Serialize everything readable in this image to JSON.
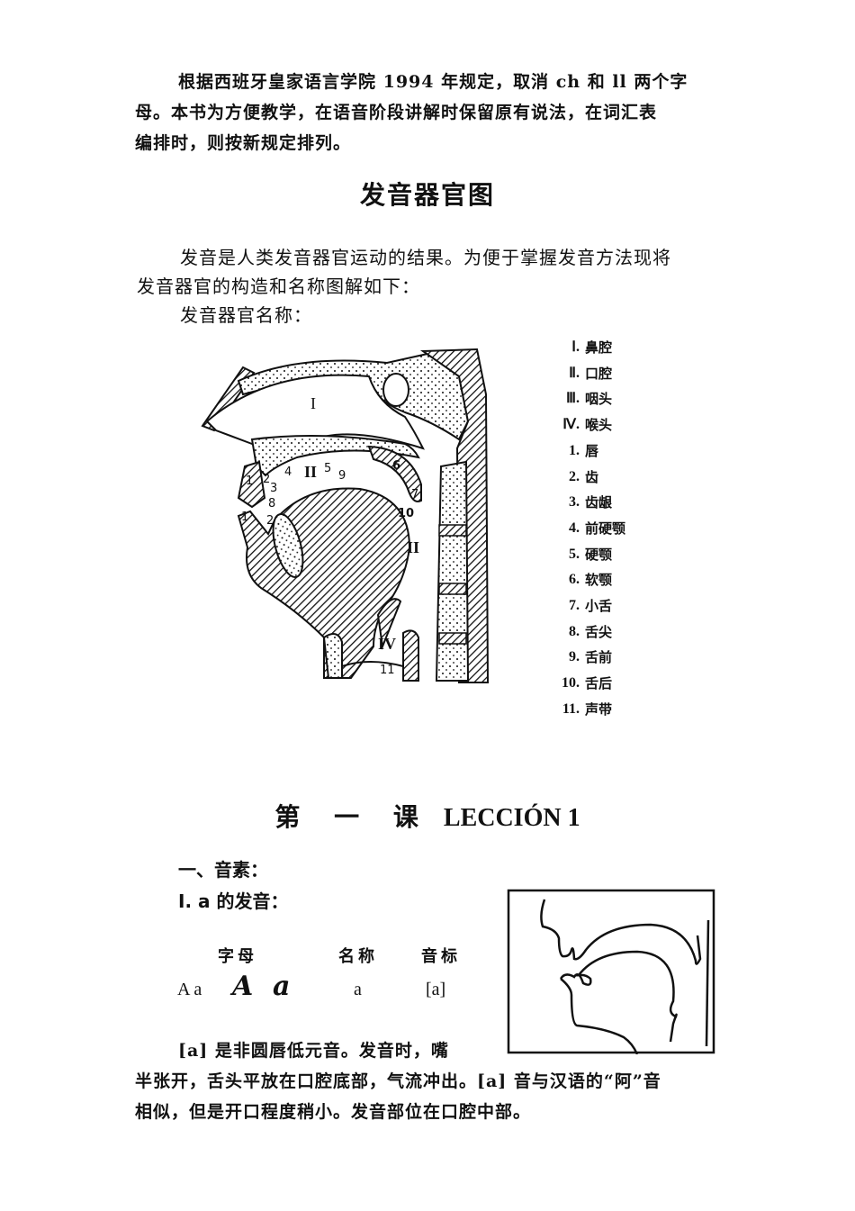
{
  "intro": {
    "lines": [
      "根据西班牙皇家语言学院 1994 年规定，取消 ch 和 ll 两个字",
      "母。本书为方便教学，在语音阶段讲解时保留原有说法，在词汇表",
      "编排时，则按新规定排列。"
    ]
  },
  "organ_section": {
    "title": "发音器官图",
    "body_lines": [
      "发音是人类发音器官运动的结果。为便于掌握发音方法现将",
      "发音器官的构造和名称图解如下："
    ],
    "caption": "发音器官名称：",
    "diagram_labels": {
      "nasal": "I",
      "oral": "II",
      "pharynx": "II",
      "larynx": "IV",
      "numbers": [
        "1",
        "2",
        "3",
        "4",
        "5",
        "6",
        "7",
        "8",
        "9",
        "10",
        "11"
      ]
    },
    "legend": [
      {
        "num": "Ⅰ.",
        "label": "鼻腔"
      },
      {
        "num": "Ⅱ.",
        "label": "口腔"
      },
      {
        "num": "Ⅲ.",
        "label": "咽头"
      },
      {
        "num": "Ⅳ.",
        "label": "喉头"
      },
      {
        "num": "1.",
        "label": "唇"
      },
      {
        "num": "2.",
        "label": "齿"
      },
      {
        "num": "3.",
        "label": "齿龈"
      },
      {
        "num": "4.",
        "label": "前硬颚"
      },
      {
        "num": "5.",
        "label": "硬颚"
      },
      {
        "num": "6.",
        "label": "软颚"
      },
      {
        "num": "7.",
        "label": "小舌"
      },
      {
        "num": "8.",
        "label": "舌尖"
      },
      {
        "num": "9.",
        "label": "舌前"
      },
      {
        "num": "10.",
        "label": "舌后"
      },
      {
        "num": "11.",
        "label": "声带"
      }
    ]
  },
  "lesson": {
    "title_cn": "第 一 课",
    "title_es": "LECCIÓN 1",
    "section": "一、音素：",
    "subsection": "I. a 的发音：",
    "table": {
      "headers": {
        "letter": "字母",
        "name": "名称",
        "phonetic": "音标"
      },
      "print": "A a",
      "script_upper": "A",
      "script_lower": "a",
      "name": "a",
      "phonetic": "[a]"
    },
    "desc_lines": [
      "[a] 是非圆唇低元音。发音时，嘴",
      "半张开，舌头平放在口腔底部，气流冲出。[a] 音与汉语的“阿”音",
      "相似，但是开口程度稍小。发音部位在口腔中部。"
    ]
  }
}
